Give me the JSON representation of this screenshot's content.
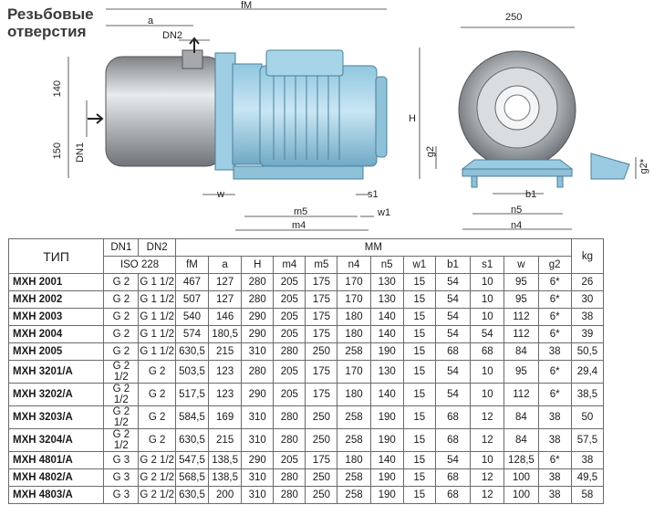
{
  "heading": [
    "Резьбовые",
    "отверстия"
  ],
  "dims": {
    "fM": "fM",
    "a": "a",
    "DN2": "DN2",
    "DN1": "DN1",
    "h140": "140",
    "h150": "150",
    "H": "H",
    "w": "w",
    "s1": "s1",
    "m5": "m5",
    "m4": "m4",
    "w1": "w1",
    "d250": "250",
    "g2": "g2",
    "b1": "b1",
    "n5": "n5",
    "n4": "n4",
    "g2s": "g2*"
  },
  "table": {
    "head": {
      "tip": "ТИП",
      "dn1": "DN1",
      "dn2": "DN2",
      "iso": "ISO 228",
      "mm": "MM",
      "kg": "kg",
      "cols": [
        "fM",
        "a",
        "H",
        "m4",
        "m5",
        "n4",
        "n5",
        "w1",
        "b1",
        "s1",
        "w",
        "g2"
      ]
    },
    "rows": [
      [
        "MXH 2001",
        "G 2",
        "G 1 1/2",
        "467",
        "127",
        "280",
        "205",
        "175",
        "170",
        "130",
        "15",
        "54",
        "10",
        "95",
        "6*",
        "26"
      ],
      [
        "MXH 2002",
        "G 2",
        "G 1 1/2",
        "507",
        "127",
        "280",
        "205",
        "175",
        "170",
        "130",
        "15",
        "54",
        "10",
        "95",
        "6*",
        "30"
      ],
      [
        "MXH 2003",
        "G 2",
        "G 1 1/2",
        "540",
        "146",
        "290",
        "205",
        "175",
        "180",
        "140",
        "15",
        "54",
        "10",
        "112",
        "6*",
        "38"
      ],
      [
        "MXH 2004",
        "G 2",
        "G 1 1/2",
        "574",
        "180,5",
        "290",
        "205",
        "175",
        "180",
        "140",
        "15",
        "54",
        "54",
        "112",
        "6*",
        "39"
      ],
      [
        "MXH 2005",
        "G 2",
        "G 1 1/2",
        "630,5",
        "215",
        "310",
        "280",
        "250",
        "258",
        "190",
        "15",
        "68",
        "68",
        "84",
        "38",
        "50,5"
      ],
      [
        "MXH 3201/A",
        "G 2 1/2",
        "G 2",
        "503,5",
        "123",
        "280",
        "205",
        "175",
        "170",
        "130",
        "15",
        "54",
        "10",
        "95",
        "6*",
        "29,4"
      ],
      [
        "MXH 3202/A",
        "G 2 1/2",
        "G 2",
        "517,5",
        "123",
        "290",
        "205",
        "175",
        "180",
        "140",
        "15",
        "54",
        "10",
        "112",
        "6*",
        "38,5"
      ],
      [
        "MXH 3203/A",
        "G 2 1/2",
        "G 2",
        "584,5",
        "169",
        "310",
        "280",
        "250",
        "258",
        "190",
        "15",
        "68",
        "12",
        "84",
        "38",
        "50"
      ],
      [
        "MXH 3204/A",
        "G 2 1/2",
        "G 2",
        "630,5",
        "215",
        "310",
        "280",
        "250",
        "258",
        "190",
        "15",
        "68",
        "12",
        "84",
        "38",
        "57,5"
      ],
      [
        "MXH 4801/A",
        "G 3",
        "G 2 1/2",
        "547,5",
        "138,5",
        "290",
        "205",
        "175",
        "180",
        "140",
        "15",
        "54",
        "10",
        "128,5",
        "6*",
        "38"
      ],
      [
        "MXH 4802/A",
        "G 3",
        "G 2 1/2",
        "568,5",
        "138,5",
        "310",
        "280",
        "250",
        "258",
        "190",
        "15",
        "68",
        "12",
        "100",
        "38",
        "49,5"
      ],
      [
        "MXH 4803/A",
        "G 3",
        "G 2 1/2",
        "630,5",
        "200",
        "310",
        "280",
        "250",
        "258",
        "190",
        "15",
        "68",
        "12",
        "100",
        "38",
        "58"
      ]
    ]
  }
}
